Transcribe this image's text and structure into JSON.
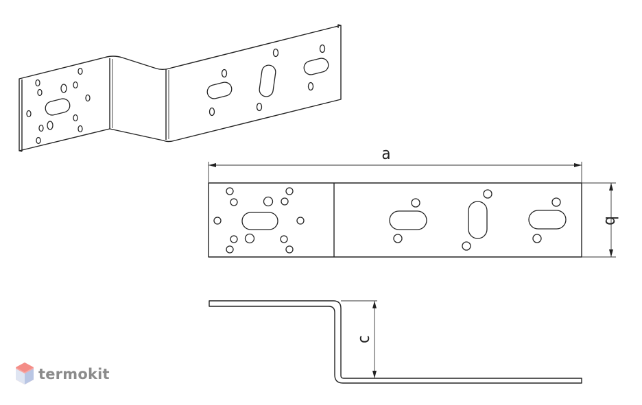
{
  "dimensions": {
    "a": "a",
    "b": "b",
    "c": "c"
  },
  "logo": {
    "text": "termokit"
  }
}
